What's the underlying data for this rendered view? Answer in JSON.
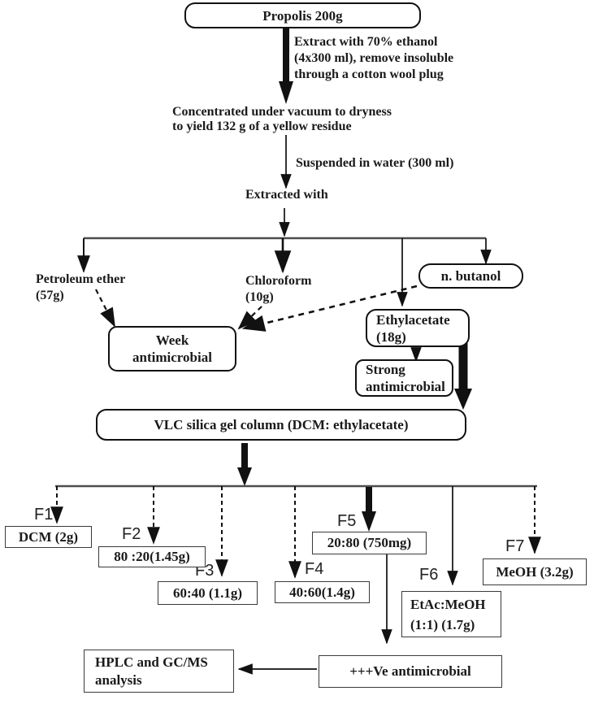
{
  "diagram": {
    "propolis": {
      "label": "Propolis 200g"
    },
    "extract_note": {
      "l1": "Extract with 70% ethanol",
      "l2": "(4x300 ml), remove insoluble",
      "l3": "through a cotton wool plug"
    },
    "concentrated": {
      "l1": "Concentrated under vacuum to dryness",
      "l2": "to yield 132 g of a yellow residue"
    },
    "suspended": {
      "label": "Suspended in water (300 ml)"
    },
    "extracted_with": {
      "label": "Extracted with"
    },
    "petroleum": {
      "l1": "Petroleum ether",
      "l2": "(57g)"
    },
    "chloroform": {
      "l1": "Chloroform",
      "l2": "(10g)"
    },
    "n_butanol": {
      "label": "n. butanol"
    },
    "ethylacetate": {
      "l1": "Ethylacetate",
      "l2": "(18g)"
    },
    "week": {
      "l1": "Week",
      "l2": "antimicrobial"
    },
    "strong": {
      "l1": "Strong",
      "l2": "antimicrobial"
    },
    "vlc": {
      "label": "VLC silica gel column (DCM: ethylacetate)"
    },
    "fractions": [
      {
        "label": "F1",
        "value": "DCM (2g)"
      },
      {
        "label": "F2",
        "value": "80 :20(1.45g)"
      },
      {
        "label": "F3",
        "value": "60:40 (1.1g)"
      },
      {
        "label": "F4",
        "value": "40:60(1.4g)"
      },
      {
        "label": "F5",
        "value": "20:80 (750mg)"
      },
      {
        "label": "F6",
        "value_l1": "EtAc:MeOH",
        "value_l2": "(1:1) (1.7g)"
      },
      {
        "label": "F7",
        "value": "MeOH (3.2g)"
      }
    ],
    "positive": {
      "label": "+++Ve antimicrobial"
    },
    "hplc": {
      "l1": "HPLC and GC/MS",
      "l2": "analysis"
    }
  },
  "colors": {
    "ink": "#111111",
    "line_gray": "#4d4d4d",
    "background": "#ffffff"
  }
}
